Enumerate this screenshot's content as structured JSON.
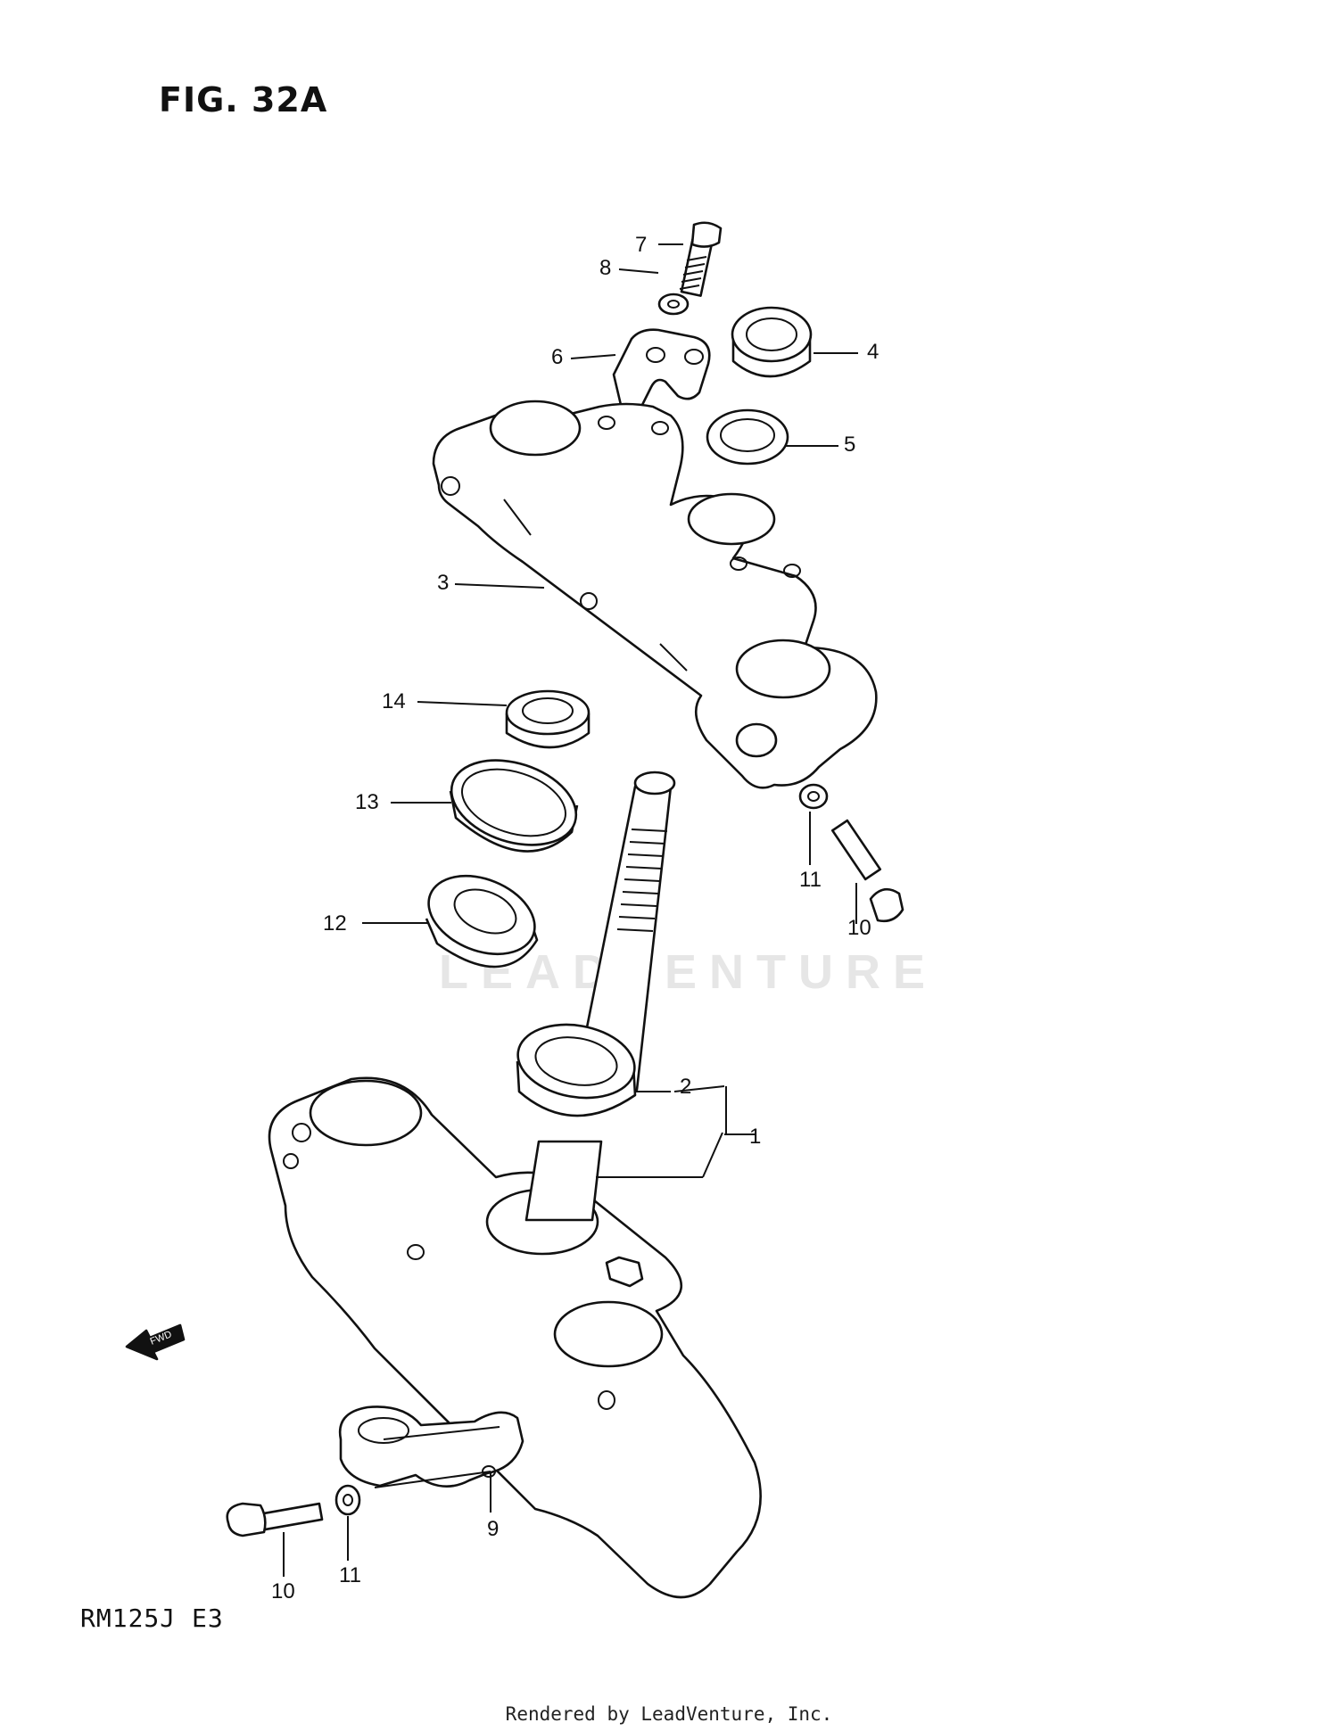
{
  "figure_title": "FIG. 32A",
  "model_code": "RM125J  E3",
  "footer": "Rendered by LeadVenture, Inc.",
  "watermark": "LEADVENTURE",
  "fwd_label": "FWD",
  "callouts": {
    "c1": "1",
    "c2": "2",
    "c3": "3",
    "c4": "4",
    "c5": "5",
    "c6": "6",
    "c7": "7",
    "c8": "8",
    "c9": "9",
    "c10a": "10",
    "c10b": "10",
    "c11a": "11",
    "c11b": "11",
    "c12": "12",
    "c13": "13",
    "c14": "14"
  }
}
